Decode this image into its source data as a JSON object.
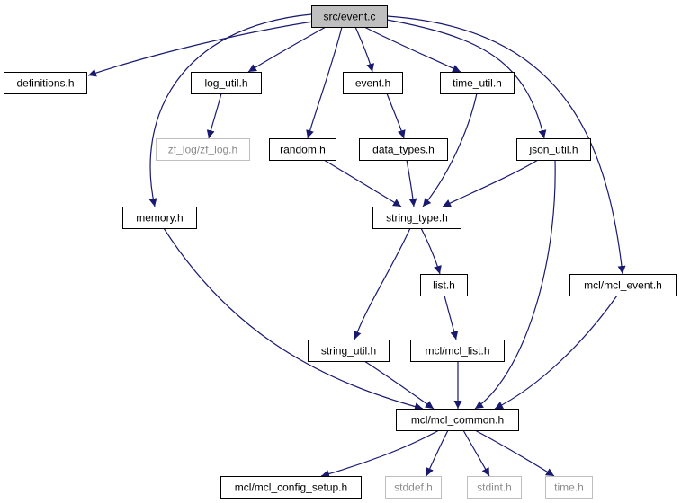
{
  "colors": {
    "edge": "#191970",
    "border": "#000000",
    "border_missing": "#bfbfbf",
    "root_fill": "#bfbfbf",
    "fill": "#ffffff",
    "text_missing": "#8c8c8c"
  },
  "nodes": [
    {
      "id": "root",
      "label": "src/event.c",
      "kind": "root"
    },
    {
      "id": "definitions",
      "label": "definitions.h",
      "kind": "header"
    },
    {
      "id": "log_util",
      "label": "log_util.h",
      "kind": "header"
    },
    {
      "id": "event",
      "label": "event.h",
      "kind": "header"
    },
    {
      "id": "time_util",
      "label": "time_util.h",
      "kind": "header"
    },
    {
      "id": "zf_log",
      "label": "zf_log/zf_log.h",
      "kind": "missing"
    },
    {
      "id": "random",
      "label": "random.h",
      "kind": "header"
    },
    {
      "id": "data_types",
      "label": "data_types.h",
      "kind": "header"
    },
    {
      "id": "json_util",
      "label": "json_util.h",
      "kind": "header"
    },
    {
      "id": "memory",
      "label": "memory.h",
      "kind": "header"
    },
    {
      "id": "string_type",
      "label": "string_type.h",
      "kind": "header"
    },
    {
      "id": "list",
      "label": "list.h",
      "kind": "header"
    },
    {
      "id": "mcl_event",
      "label": "mcl/mcl_event.h",
      "kind": "header"
    },
    {
      "id": "string_util",
      "label": "string_util.h",
      "kind": "header"
    },
    {
      "id": "mcl_list",
      "label": "mcl/mcl_list.h",
      "kind": "header"
    },
    {
      "id": "mcl_common",
      "label": "mcl/mcl_common.h",
      "kind": "header"
    },
    {
      "id": "mcl_config_setup",
      "label": "mcl/mcl_config_setup.h",
      "kind": "header"
    },
    {
      "id": "stddef",
      "label": "stddef.h",
      "kind": "missing"
    },
    {
      "id": "stdint",
      "label": "stdint.h",
      "kind": "missing"
    },
    {
      "id": "time",
      "label": "time.h",
      "kind": "missing"
    }
  ],
  "edges": [
    {
      "from": "root",
      "to": "definitions"
    },
    {
      "from": "root",
      "to": "log_util"
    },
    {
      "from": "root",
      "to": "random"
    },
    {
      "from": "root",
      "to": "event"
    },
    {
      "from": "root",
      "to": "time_util"
    },
    {
      "from": "root",
      "to": "json_util"
    },
    {
      "from": "root",
      "to": "memory"
    },
    {
      "from": "root",
      "to": "mcl_event"
    },
    {
      "from": "log_util",
      "to": "zf_log"
    },
    {
      "from": "event",
      "to": "data_types"
    },
    {
      "from": "data_types",
      "to": "string_type"
    },
    {
      "from": "random",
      "to": "string_type"
    },
    {
      "from": "time_util",
      "to": "string_type"
    },
    {
      "from": "json_util",
      "to": "string_type"
    },
    {
      "from": "string_type",
      "to": "list"
    },
    {
      "from": "string_type",
      "to": "string_util"
    },
    {
      "from": "list",
      "to": "mcl_list"
    },
    {
      "from": "memory",
      "to": "mcl_common"
    },
    {
      "from": "json_util",
      "to": "mcl_common"
    },
    {
      "from": "mcl_event",
      "to": "mcl_common"
    },
    {
      "from": "string_util",
      "to": "mcl_common"
    },
    {
      "from": "mcl_list",
      "to": "mcl_common"
    },
    {
      "from": "mcl_common",
      "to": "mcl_config_setup"
    },
    {
      "from": "mcl_common",
      "to": "stddef"
    },
    {
      "from": "mcl_common",
      "to": "stdint"
    },
    {
      "from": "mcl_common",
      "to": "time"
    }
  ]
}
